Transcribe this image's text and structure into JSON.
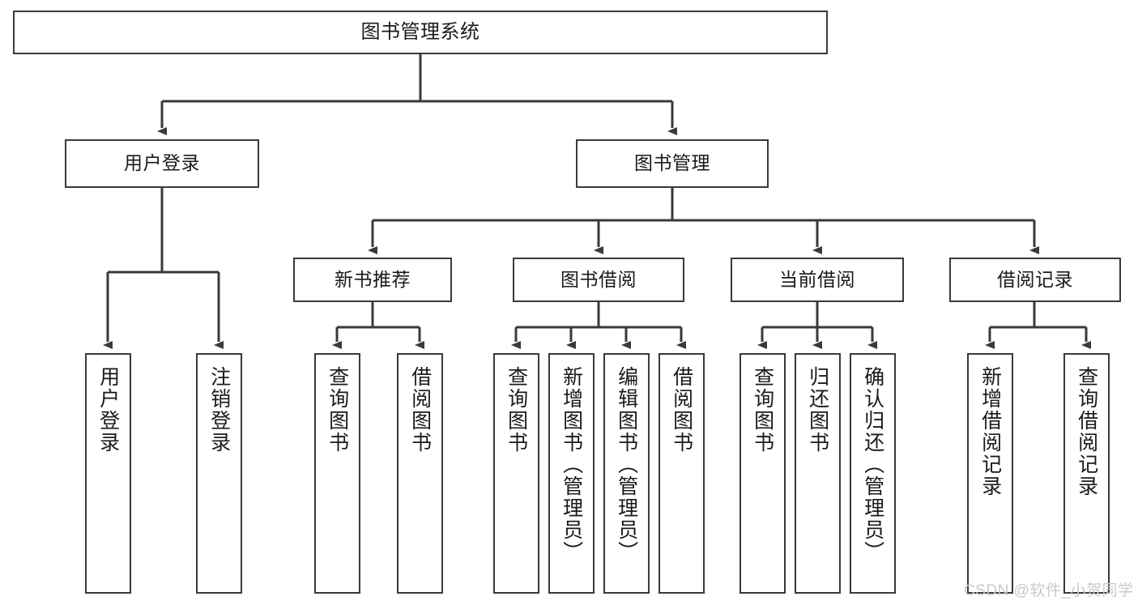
{
  "diagram": {
    "title": "图书管理系统",
    "type": "tree",
    "colors": {
      "box_border": "#3a3a3a",
      "box_fill": "#ffffff",
      "connector": "#3a3a3a",
      "text": "#1a1a1a",
      "watermark": "#c9c9c9",
      "background": "#ffffff"
    },
    "nodes": {
      "root": {
        "label": "图书管理系统"
      },
      "level2": [
        {
          "id": "user-login",
          "label": "用户登录"
        },
        {
          "id": "book-manage",
          "label": "图书管理"
        }
      ],
      "level3": [
        {
          "id": "new-book-recommend",
          "label": "新书推荐"
        },
        {
          "id": "book-borrow",
          "label": "图书借阅"
        },
        {
          "id": "current-borrow",
          "label": "当前借阅"
        },
        {
          "id": "borrow-record",
          "label": "借阅记录"
        }
      ],
      "leaves": {
        "user-login": [
          {
            "id": "leaf-user-login",
            "label": "用户登录"
          },
          {
            "id": "leaf-user-logout",
            "label": "注销登录"
          }
        ],
        "new-book-recommend": [
          {
            "id": "leaf-query-book-1",
            "label": "查询图书"
          },
          {
            "id": "leaf-borrow-book-1",
            "label": "借阅图书"
          }
        ],
        "book-borrow": [
          {
            "id": "leaf-query-book-2",
            "label": "查询图书"
          },
          {
            "id": "leaf-add-book",
            "label": "新增图书（管理员）"
          },
          {
            "id": "leaf-edit-book",
            "label": "编辑图书（管理员）"
          },
          {
            "id": "leaf-borrow-book-2",
            "label": "借阅图书"
          }
        ],
        "current-borrow": [
          {
            "id": "leaf-query-book-3",
            "label": "查询图书"
          },
          {
            "id": "leaf-return-book",
            "label": "归还图书"
          },
          {
            "id": "leaf-confirm-return",
            "label": "确认归还（管理员）"
          }
        ],
        "borrow-record": [
          {
            "id": "leaf-add-record",
            "label": "新增借阅记录"
          },
          {
            "id": "leaf-query-record",
            "label": "查询借阅记录"
          }
        ]
      }
    },
    "watermark": "CSDN @软件_小贺同学"
  }
}
